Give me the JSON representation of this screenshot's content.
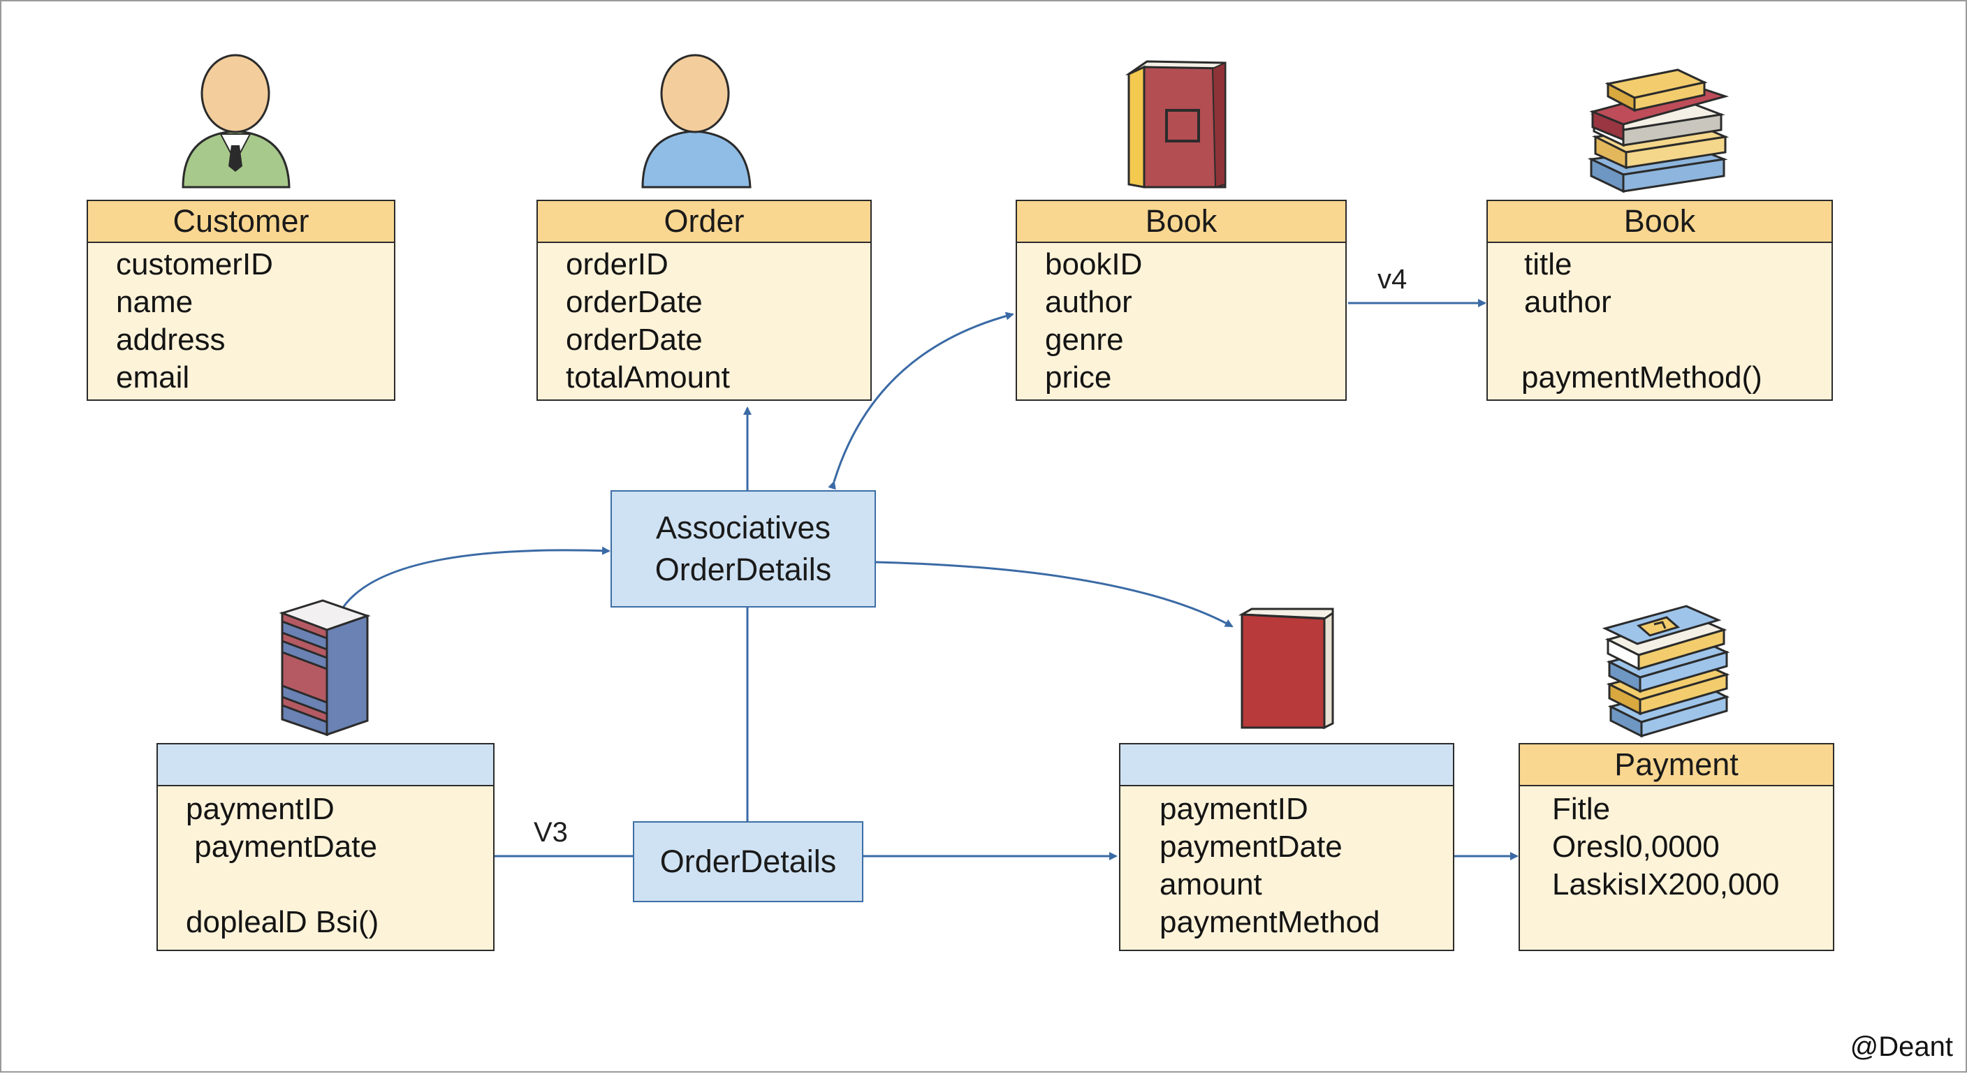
{
  "entities": {
    "customer": {
      "title": "Customer",
      "fields": [
        "customerID",
        "name",
        "address",
        "email"
      ]
    },
    "order": {
      "title": "Order",
      "fields": [
        "orderID",
        "orderDate",
        "orderDate",
        "totalAmount"
      ]
    },
    "book1": {
      "title": "Book",
      "fields": [
        "bookID",
        "author",
        "genre",
        "price"
      ]
    },
    "book2": {
      "title": "Book",
      "fields": [
        "title",
        "author",
        "",
        "paymentMethod()"
      ]
    },
    "left_payment": {
      "title": "",
      "fields": [
        "paymentID",
        " paymentDate",
        "",
        "doplealD Bsi()"
      ]
    },
    "mid_payment": {
      "title": "",
      "fields": [
        "paymentID",
        "paymentDate",
        "amount",
        "paymentMethod"
      ]
    },
    "payment": {
      "title": "Payment",
      "fields": [
        "Fitle",
        "Oresl0,0000",
        "LaskisIX200,000"
      ]
    }
  },
  "assoc_main": {
    "line1": "Associatives",
    "line2": "OrderDetails"
  },
  "assoc_bottom": {
    "label": "OrderDetails"
  },
  "edge_labels": {
    "v4": "v4",
    "v3": "V3"
  },
  "credit": "@Deant",
  "colors": {
    "header_orange": "#fad791",
    "body_cream": "#fdf3d9",
    "header_blue": "#cfe2f3",
    "arrow_blue": "#3a6aa5",
    "border": "#2b2b2b"
  },
  "icons": [
    "person-green-icon",
    "person-blue-icon",
    "book-icon",
    "book-stack-icon",
    "server-stack-icon",
    "red-book-icon",
    "book-stack-blue-icon"
  ]
}
